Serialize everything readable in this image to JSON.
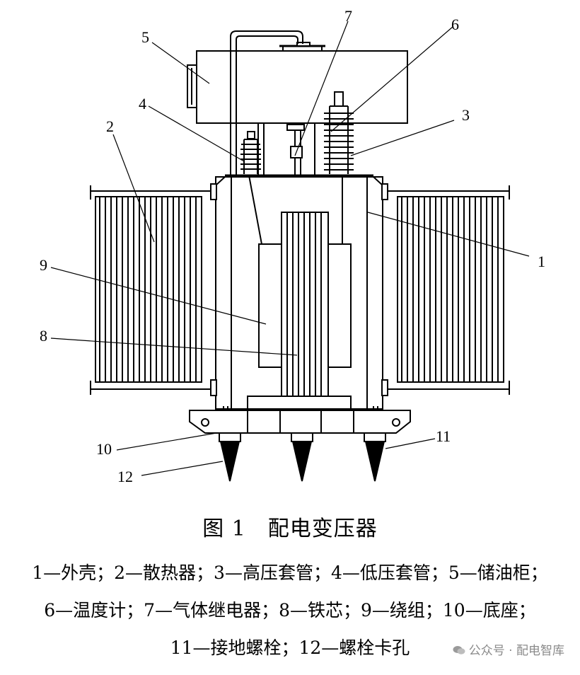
{
  "labels": {
    "outer_shell": "1",
    "radiator": "2",
    "hv_bushing": "3",
    "lv_bushing": "4",
    "conservator": "5",
    "thermometer": "6",
    "gas_relay": "7",
    "iron_core": "8",
    "winding": "9",
    "base": "10",
    "grounding_bolt": "11",
    "bolt_clamp": "12"
  },
  "caption": {
    "title": "图 1　配电变压器",
    "legend_line1": "1—外壳；2—散热器；3—高压套管；4—低压套管；5—储油柜；",
    "legend_line2": "6—温度计；7—气体继电器；8—铁芯；9—绕组；10—底座；",
    "legend_line3": "11—接地螺栓；12—螺栓卡孔"
  },
  "watermark": {
    "text": "公众号 · 配电智库"
  }
}
